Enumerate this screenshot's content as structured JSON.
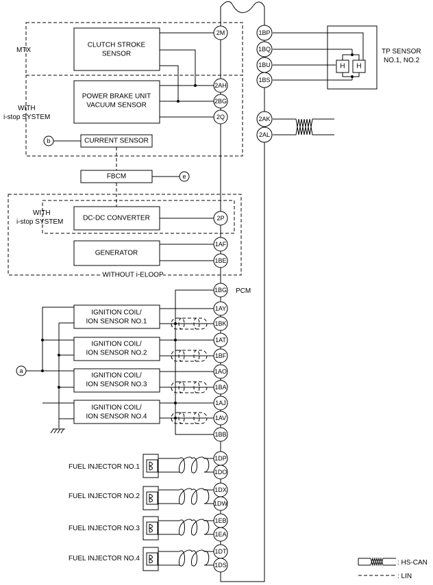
{
  "labels": {
    "mtx": "MTX",
    "with_istop_1": "WITH",
    "with_istop_2": "i-stop SYSTEM",
    "with_istop_b1": "WITH",
    "with_istop_b2": "i-stop SYSTEM",
    "without_ieloop": "WITHOUT i-ELOOP",
    "pcm": "PCM",
    "tp_sensor_1": "TP SENSOR",
    "tp_sensor_2": "NO.1, NO.2",
    "tp_h1": "H",
    "tp_h2": "H"
  },
  "components": {
    "clutch_1": "CLUTCH STROKE",
    "clutch_2": "SENSOR",
    "pbu_1": "POWER BRAKE UNIT",
    "pbu_2": "VACUUM SENSOR",
    "current_sensor": "CURRENT SENSOR",
    "fbcm": "FBCM",
    "dcdc": "DC-DC CONVERTER",
    "generator": "GENERATOR",
    "coil1_1": "IGNITION COIL/",
    "coil1_2": "ION SENSOR NO.1",
    "coil2_1": "IGNITION COIL/",
    "coil2_2": "ION SENSOR NO.2",
    "coil3_1": "IGNITION COIL/",
    "coil3_2": "ION SENSOR NO.3",
    "coil4_1": "IGNITION COIL/",
    "coil4_2": "ION SENSOR NO.4",
    "inj1": "FUEL INJECTOR NO.1",
    "inj2": "FUEL INJECTOR NO.2",
    "inj3": "FUEL INJECTOR NO.3",
    "inj4": "FUEL INJECTOR NO.4"
  },
  "refs": {
    "a": "a",
    "b": "b",
    "e": "e"
  },
  "pins": {
    "p2M": "2M",
    "p2AH": "2AH",
    "p2BG": "2BG",
    "p2Q": "2Q",
    "p2P": "2P",
    "p1AF": "1AF",
    "p1BE": "1BE",
    "p1BG": "1BG",
    "p1AY": "1AY",
    "p1BK": "1BK",
    "p1AT": "1AT",
    "p1BF": "1BF",
    "p1AO": "1AO",
    "p1BA": "1BA",
    "p1AJ": "1AJ",
    "p1AV": "1AV",
    "p1BB": "1BB",
    "p1DP": "1DP",
    "p1DO": "1DO",
    "p1DX": "1DX",
    "p1DW": "1DW",
    "p1EB": "1EB",
    "p1EA": "1EA",
    "p1DT": "1DT",
    "p1DS": "1DS",
    "p1BP": "1BP",
    "p1BQ": "1BQ",
    "p1BU": "1BU",
    "p1BS": "1BS",
    "p2AK": "2AK",
    "p2AL": "2AL"
  },
  "legend": {
    "hscan": ": HS-CAN",
    "lin": ": LIN"
  }
}
